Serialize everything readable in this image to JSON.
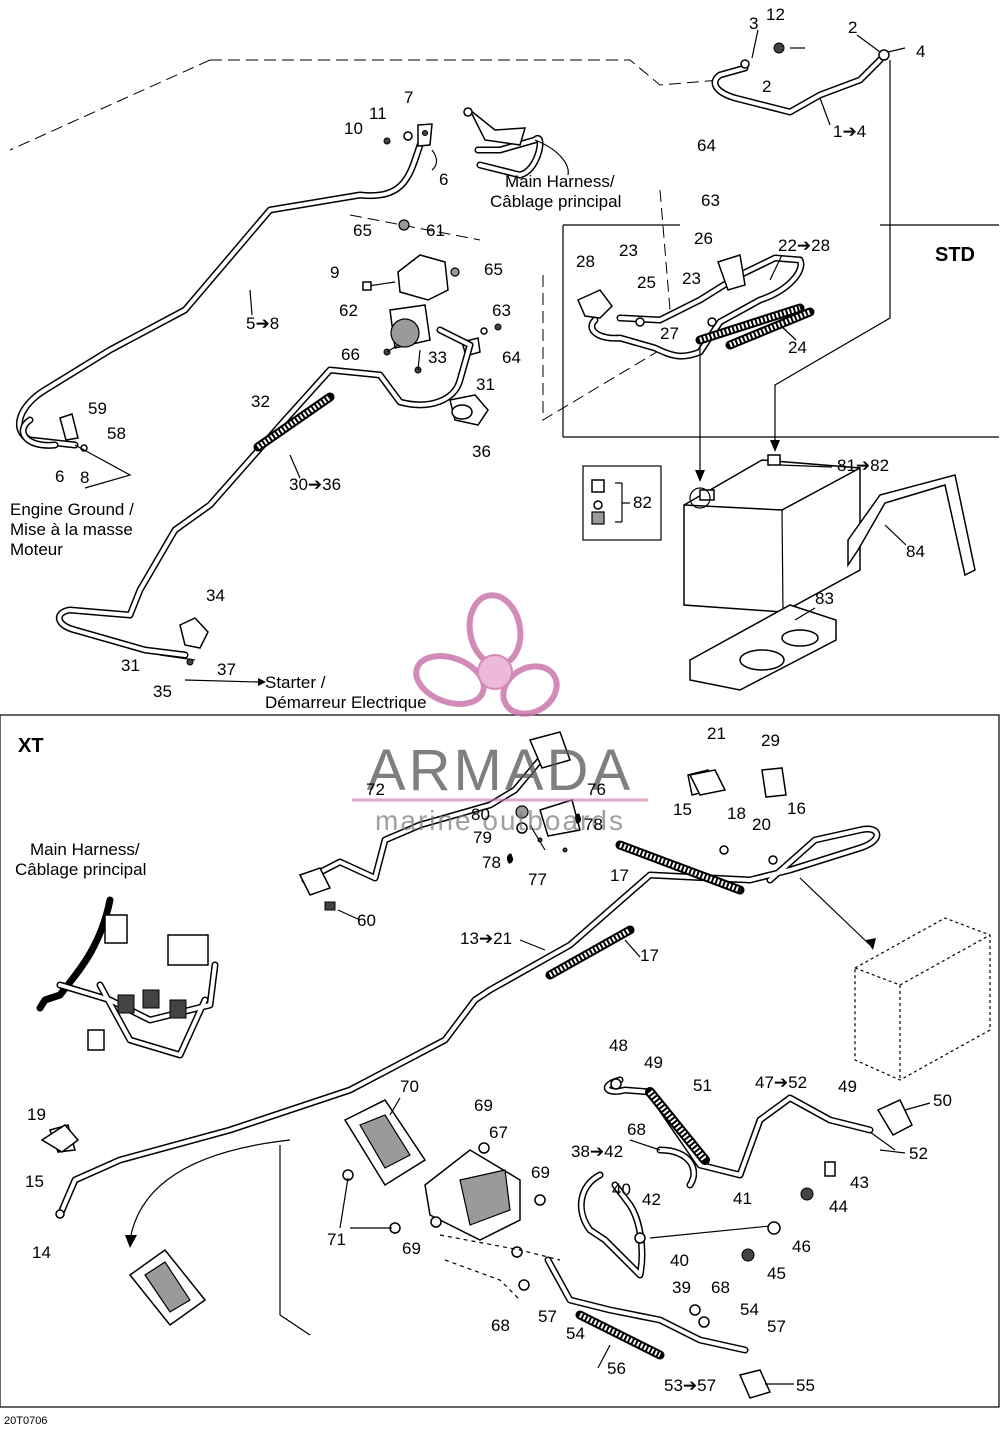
{
  "diagram": {
    "doc_code": "20T0706",
    "sections": {
      "std": "STD",
      "xt": "XT"
    },
    "notes": {
      "main_harness_top": [
        "Main Harness/",
        "Câblage principal"
      ],
      "main_harness_xt": [
        "Main Harness/",
        "Câblage principal"
      ],
      "engine_ground": [
        "Engine Ground /",
        "Mise à la masse",
        "Moteur"
      ],
      "starter": [
        "Starter /",
        "Démarreur Electrique"
      ]
    },
    "watermark": {
      "brand": "ARMADA",
      "tagline": "marine outboards"
    },
    "callouts": {
      "c1": "2",
      "c2": "3",
      "c3": "12",
      "c4": "2",
      "c5": "4",
      "c6": "1➔4",
      "c7": "7",
      "c8": "11",
      "c9": "10",
      "c10": "6",
      "c11": "64",
      "c12": "63",
      "c13": "65",
      "c14": "61",
      "c15": "9",
      "c16": "65",
      "c17": "62",
      "c18": "63",
      "c19": "64",
      "c20": "66",
      "c21": "33",
      "c22": "31",
      "c23": "36",
      "c24": "5➔8",
      "c25": "59",
      "c26": "58",
      "c27": "6",
      "c28": "8",
      "c29": "32",
      "c30": "30➔36",
      "c31": "34",
      "c32": "31",
      "c33": "37",
      "c34": "35",
      "c35": "26",
      "c36": "22➔28",
      "c37": "28",
      "c38": "23",
      "c39": "25",
      "c40": "23",
      "c41": "27",
      "c42": "24",
      "c43": "81➔82",
      "c44": "82",
      "c45": "84",
      "c46": "83",
      "c47": "21",
      "c48": "29",
      "c49": "72",
      "c50": "76",
      "c51": "80",
      "c52": "79",
      "c53": "78",
      "c54": "78",
      "c55": "77",
      "c56": "15",
      "c57": "18",
      "c58": "16",
      "c59": "20",
      "c60": "17",
      "c61": "60",
      "c62": "13➔21",
      "c63": "17",
      "c64": "48",
      "c65": "49",
      "c66": "51",
      "c67": "47➔52",
      "c68": "49",
      "c69": "50",
      "c70": "68",
      "c71": "52",
      "c72": "70",
      "c73": "69",
      "c74": "67",
      "c75": "69",
      "c76": "38➔42",
      "c77": "40",
      "c78": "42",
      "c79": "41",
      "c80": "43",
      "c81": "44",
      "c82": "19",
      "c83": "15",
      "c84": "14",
      "c85": "71",
      "c86": "69",
      "c87": "46",
      "c88": "40",
      "c89": "39",
      "c90": "45",
      "c91": "68",
      "c92": "68",
      "c93": "57",
      "c94": "54",
      "c95": "54",
      "c96": "57",
      "c97": "56",
      "c98": "53➔57",
      "c99": "55"
    }
  }
}
